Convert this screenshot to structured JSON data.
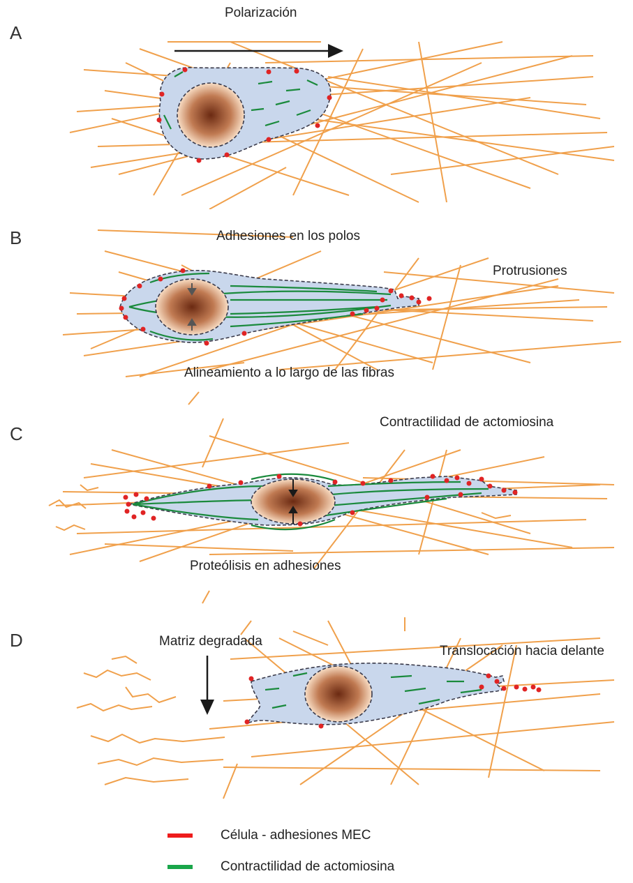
{
  "panels": {
    "A": {
      "label": "A",
      "captions": [
        "Polarización"
      ]
    },
    "B": {
      "label": "B",
      "captions": [
        "Adhesiones en los polos",
        "Protrusiones",
        "Alineamiento a lo largo de las fibras"
      ]
    },
    "C": {
      "label": "C",
      "captions": [
        "Contractilidad de actomiosina",
        "Proteólisis en adhesiones"
      ]
    },
    "D": {
      "label": "D",
      "captions": [
        "Matriz degradada",
        "Translocación hacia delante"
      ]
    }
  },
  "legend": {
    "items": [
      {
        "label": "Célula - adhesiones MEC",
        "color": "#ee1c1c"
      },
      {
        "label": "Contractilidad de actomiosina",
        "color": "#1aa64a"
      }
    ]
  },
  "colors": {
    "fiber": "#f0a04b",
    "cell_fill": "#c9d7ec",
    "cell_outline": "#3a3a4a",
    "actin": "#1a8a3c",
    "adhesion": "#e02424",
    "nucleus_center": "#6b2a12",
    "nucleus_edge": "#f8ddc4",
    "arrow": "#1a1a1a"
  }
}
